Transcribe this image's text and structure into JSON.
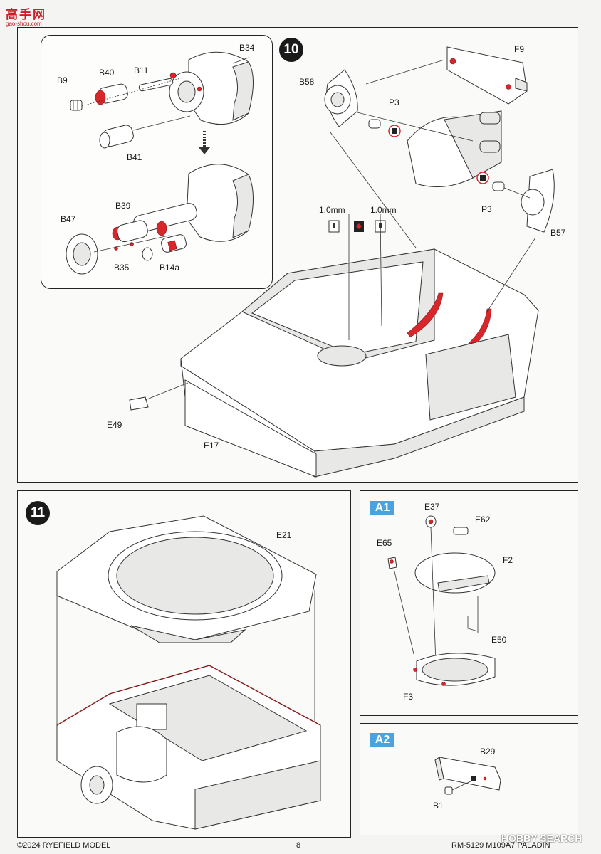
{
  "watermark": {
    "top_logo": "高手网",
    "top_url": "gao-shou.com",
    "bottom_logo": "HOBBY SEARCH"
  },
  "step10": {
    "number": "10",
    "inset_labels": {
      "b34": "B34",
      "b9": "B9",
      "b40": "B40",
      "b11": "B11",
      "b41": "B41",
      "b39": "B39",
      "b47": "B47",
      "b35": "B35",
      "b14a": "B14a"
    },
    "main_labels": {
      "f9": "F9",
      "b58": "B58",
      "p3a": "P3",
      "p3b": "P3",
      "b57": "B57",
      "drill1": "1.0mm",
      "drill2": "1.0mm",
      "e49": "E49",
      "e17": "E17"
    }
  },
  "step11": {
    "number": "11",
    "labels": {
      "e21": "E21"
    }
  },
  "subA1": {
    "tag": "A1",
    "labels": {
      "e37": "E37",
      "e62": "E62",
      "e65": "E65",
      "f2": "F2",
      "e50": "E50",
      "f3": "F3"
    }
  },
  "subA2": {
    "tag": "A2",
    "labels": {
      "b29": "B29",
      "b1": "B1"
    }
  },
  "footer": {
    "copyright": "©2024 RYEFIELD MODEL",
    "page": "8",
    "product": "RM-5129 M109A7 PALADIN"
  },
  "colors": {
    "accent_red": "#d9262b",
    "tag_blue": "#4aa3df"
  },
  "icons": [
    "step-badge",
    "drill-hole-icon",
    "glue-flip-icon"
  ]
}
